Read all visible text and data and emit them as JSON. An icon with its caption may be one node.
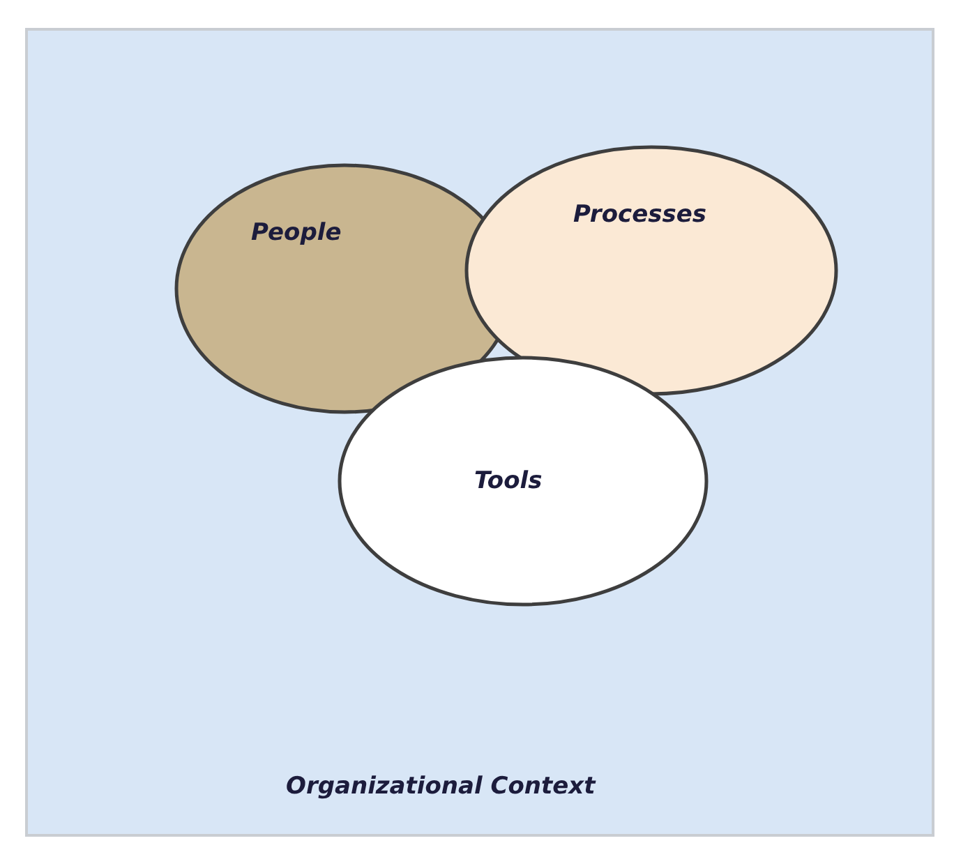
{
  "diagram": {
    "nodes": [
      {
        "text": [
          "Organizational Context"
        ]
      },
      {
        "text": [
          "People"
        ],
        "in": 0
      },
      {
        "text": [
          "Processes"
        ],
        "in": 0
      },
      {
        "text": [
          "Tools"
        ],
        "in": 0
      }
    ]
  }
}
